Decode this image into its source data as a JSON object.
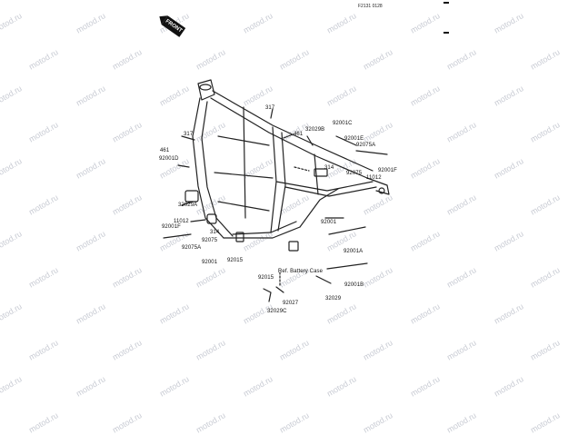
{
  "diagram": {
    "code": "F2131 0128",
    "front_label": "FRONT",
    "watermark": "motod.ru",
    "labels": [
      "317",
      "461",
      "32029B",
      "92001C",
      "92001E",
      "92075A",
      "314",
      "92075",
      "92001F",
      "11012",
      "461",
      "317",
      "92001D",
      "32029A",
      "11012",
      "92001F",
      "314",
      "92075",
      "92075A",
      "92015",
      "92001",
      "92001",
      "92001A",
      "Ref. Battery Case",
      "92001B",
      "92015",
      "92027",
      "32029",
      "32029C"
    ]
  }
}
